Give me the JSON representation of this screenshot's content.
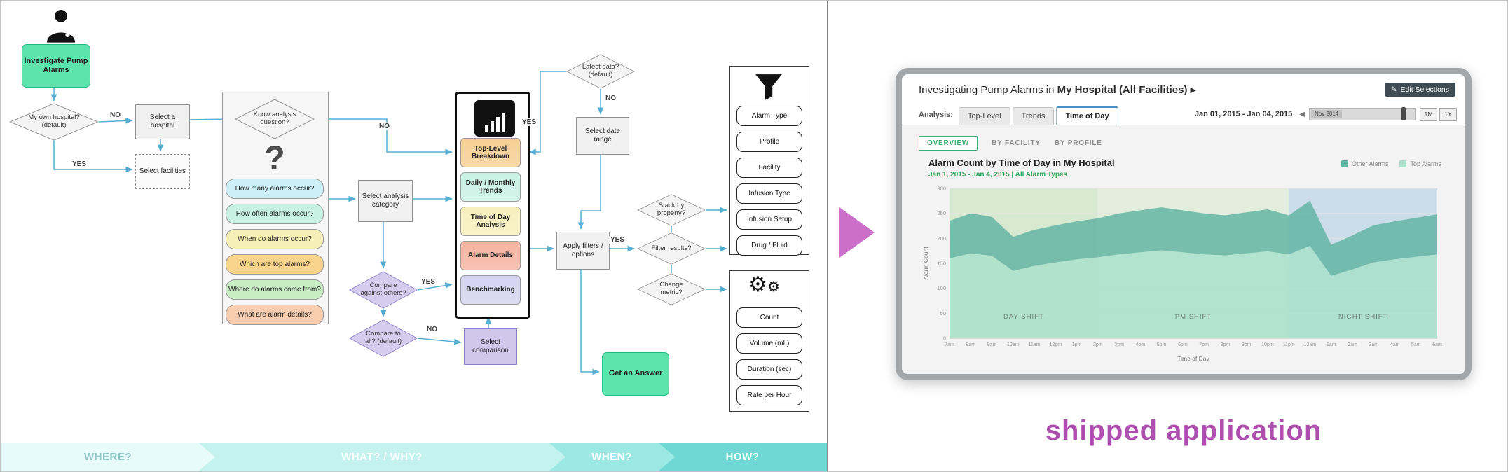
{
  "caption": "shipped application",
  "accents": {
    "arrow": "#cb6fcb",
    "caption": "#ae4fb0",
    "connector": "#58aed2"
  },
  "flowchart": {
    "start_label": "Investigate Pump Alarms",
    "own_hospital": {
      "label": "My own hospital? (default)",
      "no": "NO",
      "yes": "YES"
    },
    "select_hospital": "Select a hospital",
    "select_facilities": "Select facilities",
    "know_question": {
      "label": "Know analysis question?",
      "no": "NO"
    },
    "question_mark": "?",
    "questions": [
      {
        "label": "How many alarms occur?",
        "color": "#cdeff7"
      },
      {
        "label": "How often alarms occur?",
        "color": "#c8f1e4"
      },
      {
        "label": "When do alarms occur?",
        "color": "#f7f0b6"
      },
      {
        "label": "Which are top alarms?",
        "color": "#f9d48c"
      },
      {
        "label": "Where do alarms come from?",
        "color": "#c8ecc4"
      },
      {
        "label": "What are alarm details?",
        "color": "#f8cdb0"
      }
    ],
    "select_category": "Select analysis category",
    "analysis": {
      "items": [
        {
          "label": "Top-Level Breakdown",
          "color": "#f6cf93"
        },
        {
          "label": "Daily / Monthly Trends",
          "color": "#c8f1e4"
        },
        {
          "label": "Time of Day Analysis",
          "color": "#f7f0bc"
        },
        {
          "label": "Alarm Details",
          "color": "#f6b3a0"
        },
        {
          "label": "Benchmarking",
          "color": "#d5d2f0"
        }
      ]
    },
    "compare_others": {
      "label": "Compare against others?",
      "yes": "YES"
    },
    "compare_all": {
      "label": "Compare to all? (default)",
      "no": "NO"
    },
    "select_comparison": "Select comparison",
    "latest_data": {
      "label": "Latest data? (default)",
      "no": "NO",
      "yes": "YES"
    },
    "select_date_range": "Select date range",
    "apply_filters": "Apply filters / options",
    "stack_by": "Stack by property?",
    "filter_results": {
      "label": "Filter results?",
      "yes": "YES"
    },
    "change_metric": "Change metric?",
    "filters": [
      "Alarm Type",
      "Profile",
      "Facility",
      "Infusion Type",
      "Infusion Setup",
      "Drug / Fluid"
    ],
    "metrics": [
      "Count",
      "Volume (mL)",
      "Duration (sec)",
      "Rate per Hour"
    ],
    "get_answer": "Get an Answer",
    "phases": [
      {
        "label": "WHERE?",
        "color": "#e6fbfa",
        "text": "#8fc6c6"
      },
      {
        "label": "WHAT? / WHY?",
        "color": "#c3f2ef",
        "text": "#ffffff"
      },
      {
        "label": "WHEN?",
        "color": "#9ce8e4",
        "text": "#ffffff"
      },
      {
        "label": "HOW?",
        "color": "#6fd8d4",
        "text": "#ffffff"
      }
    ]
  },
  "app": {
    "title_prefix": "Investigating Pump Alarms in ",
    "title_bold": "My Hospital (All Facilities)",
    "title_caret": "▶",
    "edit_button": "Edit Selections",
    "edit_icon": "✎",
    "analysis_label": "Analysis:",
    "tabs": [
      {
        "label": "Top-Level",
        "active": false
      },
      {
        "label": "Trends",
        "active": false
      },
      {
        "label": "Time of Day",
        "active": true
      }
    ],
    "date_range": "Jan 01, 2015 - Jan 04, 2015",
    "timeline": {
      "label": "Nov 2014",
      "prev": "◀",
      "zoom": [
        "1M",
        "1Y"
      ]
    },
    "subtabs": [
      {
        "label": "OVERVIEW",
        "active": true
      },
      {
        "label": "BY FACILITY",
        "active": false
      },
      {
        "label": "BY PROFILE",
        "active": false
      }
    ],
    "chart_title": "Alarm Count by Time of Day in My Hospital",
    "chart_subtitle": "Jan 1, 2015 - Jan 4, 2015 | All Alarm Types",
    "legend": [
      {
        "label": "Other Alarms",
        "color": "#5fb3a1"
      },
      {
        "label": "Top Alarms",
        "color": "#a7e0cb"
      }
    ]
  },
  "chart_data": {
    "type": "area",
    "title": "Alarm Count by Time of Day in My Hospital",
    "xlabel": "Time of Day",
    "ylabel": "Alarm Count",
    "ylim": [
      0,
      300
    ],
    "yticks": [
      0,
      50,
      100,
      150,
      200,
      250,
      300
    ],
    "x": [
      "7am",
      "8am",
      "9am",
      "10am",
      "11am",
      "12pm",
      "1pm",
      "2pm",
      "3pm",
      "4pm",
      "5pm",
      "6pm",
      "7pm",
      "8pm",
      "9pm",
      "10pm",
      "11pm",
      "12am",
      "1am",
      "2am",
      "3am",
      "4am",
      "5am",
      "6am"
    ],
    "series": [
      {
        "name": "Top Alarms",
        "color": "#a7e0cb",
        "values": [
          160,
          170,
          165,
          135,
          145,
          152,
          158,
          162,
          168,
          172,
          176,
          172,
          168,
          166,
          170,
          174,
          168,
          185,
          125,
          138,
          152,
          158,
          163,
          168
        ]
      },
      {
        "name": "Other Alarms",
        "color": "#5fb3a1",
        "values": [
          75,
          80,
          78,
          68,
          72,
          74,
          76,
          78,
          82,
          84,
          86,
          84,
          82,
          80,
          82,
          84,
          78,
          90,
          62,
          68,
          74,
          76,
          78,
          80
        ]
      }
    ],
    "shifts": [
      {
        "label": "DAY SHIFT",
        "from": 0,
        "to": 7,
        "color": "#d8e9d2"
      },
      {
        "label": "PM SHIFT",
        "from": 7,
        "to": 16,
        "color": "#e3efdc"
      },
      {
        "label": "NIGHT SHIFT",
        "from": 16,
        "to": 23,
        "color": "#cbdde8"
      }
    ]
  }
}
